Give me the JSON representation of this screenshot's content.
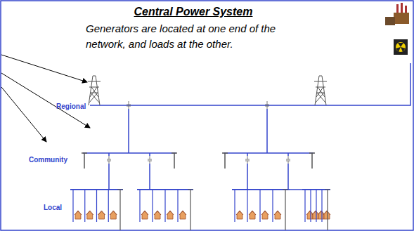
{
  "diagram": {
    "title": "Central Power System",
    "labels": [
      "Generators are located at one end of the network, and loads at the other.",
      "Regional",
      "Community",
      "Local"
    ]
  }
}
